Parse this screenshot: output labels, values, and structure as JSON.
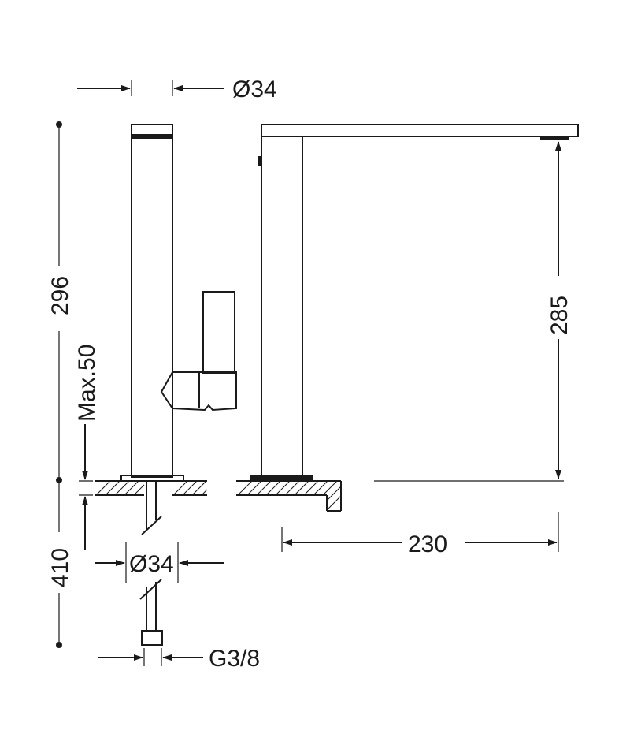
{
  "drawing": {
    "dim_spout_height": "285",
    "dim_total_height": "296",
    "dim_spout_reach": "230",
    "dim_body_diameter": "Ø34",
    "dim_hole_diameter": "Ø34",
    "dim_max_thickness": "Max.50",
    "dim_hose_length": "410",
    "dim_connection": "G3/8"
  }
}
